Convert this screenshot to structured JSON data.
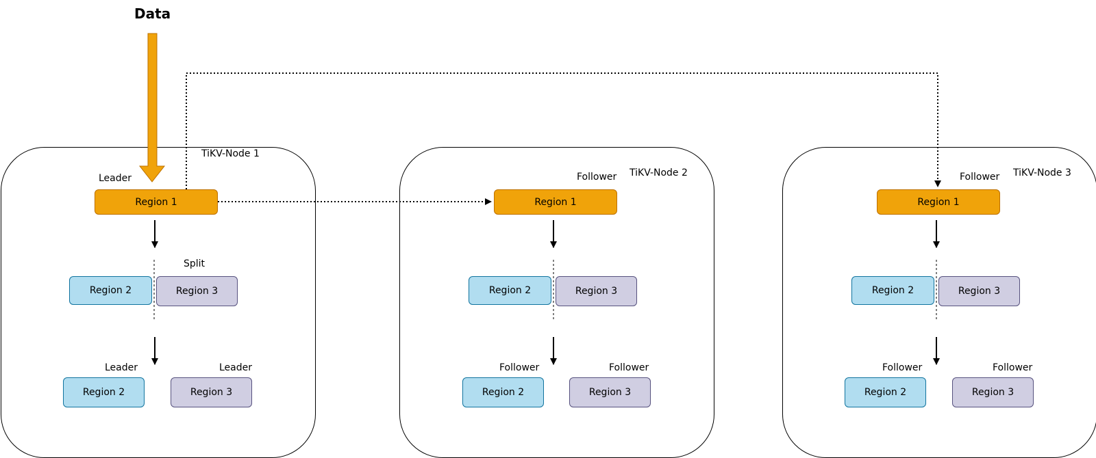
{
  "title": "Data",
  "nodes": [
    {
      "name": "TiKV-Node 1",
      "region1": {
        "label": "Region 1",
        "role": "Leader"
      },
      "split_label": "Split",
      "split": {
        "left": "Region 2",
        "right": "Region 3"
      },
      "result": {
        "left": {
          "label": "Region 2",
          "role": "Leader"
        },
        "right": {
          "label": "Region 3",
          "role": "Leader"
        }
      }
    },
    {
      "name": "TiKV-Node 2",
      "region1": {
        "label": "Region 1",
        "role": "Follower"
      },
      "split": {
        "left": "Region 2",
        "right": "Region 3"
      },
      "result": {
        "left": {
          "label": "Region 2",
          "role": "Follower"
        },
        "right": {
          "label": "Region 3",
          "role": "Follower"
        }
      }
    },
    {
      "name": "TiKV-Node 3",
      "region1": {
        "label": "Region 1",
        "role": "Follower"
      },
      "split": {
        "left": "Region 2",
        "right": "Region 3"
      },
      "result": {
        "left": {
          "label": "Region 2",
          "role": "Follower"
        },
        "right": {
          "label": "Region 3",
          "role": "Follower"
        }
      }
    }
  ],
  "colors": {
    "leader_region": "#f0a30a",
    "region2": "#b1ddf0",
    "region3": "#d0cee2",
    "data_arrow": "#f0a30a"
  }
}
